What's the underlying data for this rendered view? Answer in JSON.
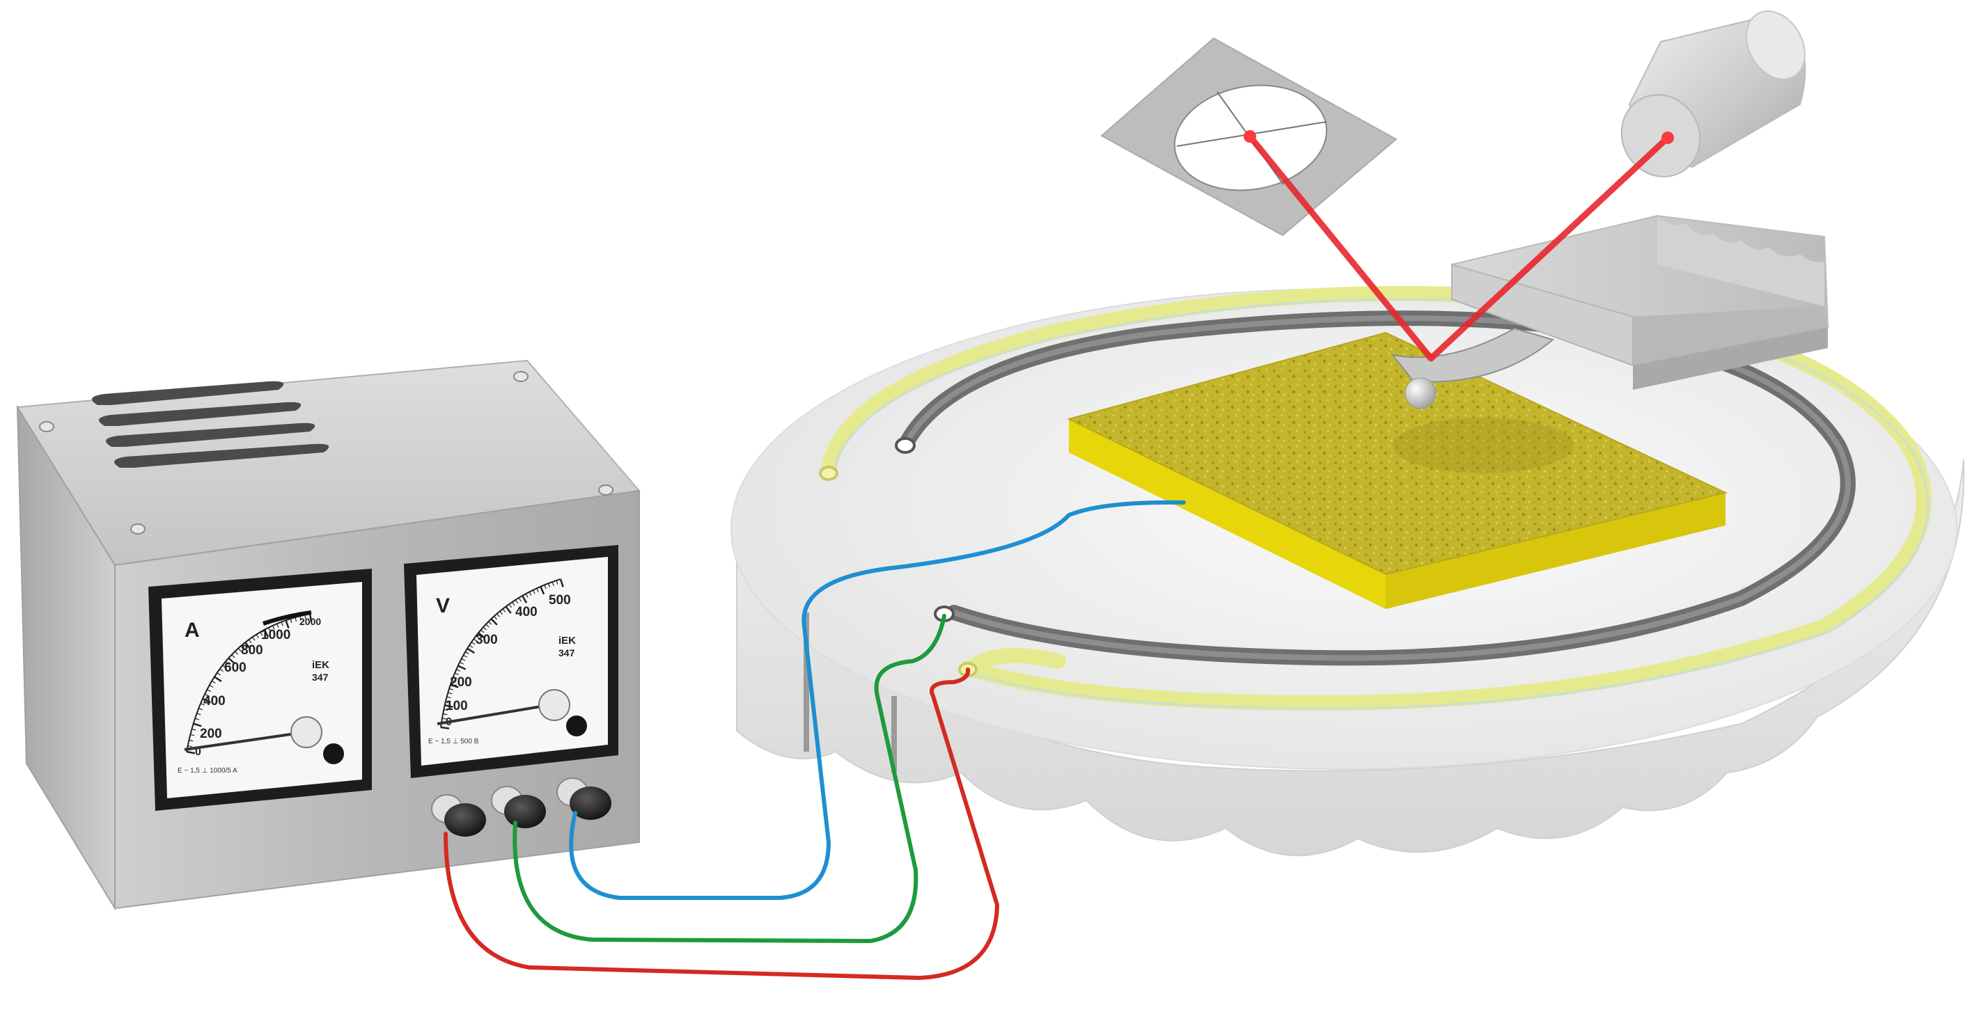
{
  "ammeter": {
    "unit_letter": "A",
    "scale": [
      "0",
      "200",
      "400",
      "600",
      "800",
      "1000",
      "2000"
    ],
    "brand": "iEK",
    "model": "347",
    "footer": "E ~ 1,5  ⊥  1000/5 A",
    "needle_fraction": 0.0
  },
  "voltmeter": {
    "unit_letter": "V",
    "scale": [
      "0",
      "100",
      "200",
      "300",
      "400",
      "500"
    ],
    "brand": "iEK",
    "model": "347",
    "footer": "E ~ 1,5  ⊥  500 B",
    "needle_fraction": 0.0
  },
  "colors": {
    "wire_red": "#d42a22",
    "wire_green": "#1e9a3c",
    "wire_blue": "#1e8fd0",
    "laser": "#e8262b",
    "sample_top": "#c9bb2a",
    "sample_side": "#e6d60a",
    "yellow_track": "#e4e88a",
    "gray_track": "#6f6f6f",
    "case": "#bdbdbd"
  },
  "icons": {
    "terminal": "binding-post-icon",
    "screw": "screw-icon",
    "vent": "vent-slot-icon"
  }
}
